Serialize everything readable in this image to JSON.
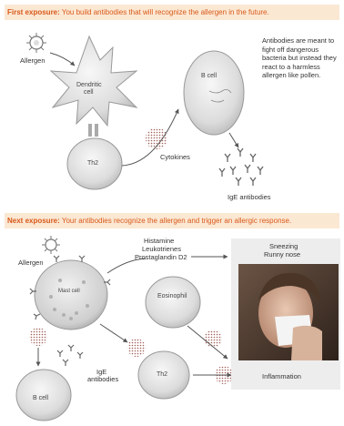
{
  "top_banner": {
    "lead": "First exposure:",
    "text": "You build antibodies that will recognize the allergen in the future."
  },
  "bottom_banner": {
    "lead": "Next exposure:",
    "text": "Your antibodies recognize the allergen and trigger an allergic response."
  },
  "top": {
    "allergen": "Allergen",
    "dendritic_cell": [
      "Dendritic",
      "cell"
    ],
    "th2": "Th2",
    "b_cell": "B cell",
    "cytokines": "Cytokines",
    "ige": "IgE antibodies",
    "note": "Antibodies are meant to fight off dangerous bacteria but instead they react to a harmless allergen like pollen."
  },
  "bottom": {
    "allergen": "Allergen",
    "mast_cell": "Mast cell",
    "mediators": [
      "Histamine",
      "Leukotrienes",
      "Prostaglandin D2"
    ],
    "eosinophil": "Eosinophil",
    "ige": [
      "IgE",
      "antibodies"
    ],
    "b_cell": "B cell",
    "th2": "Th2",
    "symptoms": [
      "Sneezing",
      "Runny nose"
    ],
    "inflammation": "Inflammation"
  },
  "colors": {
    "banner_bg": "#fbe8d3",
    "banner_text": "#d9591a",
    "cytokine": "#a0605a",
    "cell_fill": "#e3e3e3",
    "panel": "#ededed"
  }
}
